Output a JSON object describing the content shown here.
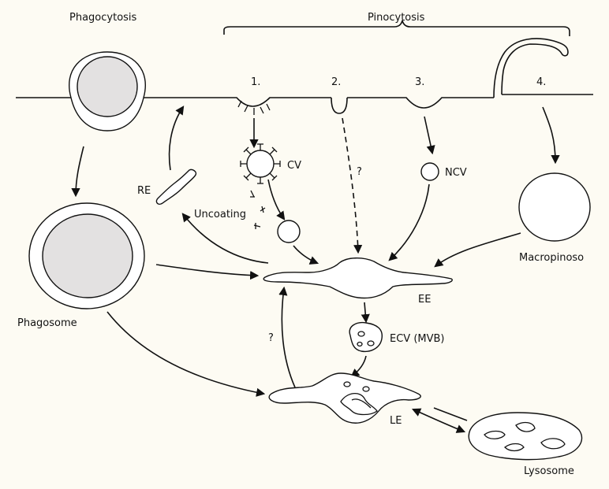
{
  "labels": {
    "phagocytosis": "Phagocytosis",
    "pinocytosis": "Pinocytosis",
    "step1": "1.",
    "step2": "2.",
    "step3": "3.",
    "step4": "4.",
    "cv": "CV",
    "re": "RE",
    "uncoating": "Uncoating",
    "q1": "?",
    "ncv": "NCV",
    "macropinosome": "Macropinoso",
    "phagosome": "Phagosome",
    "ee": "EE",
    "q2": "?",
    "ecv": "ECV (MVB)",
    "le": "LE",
    "lysosome": "Lysosome"
  }
}
